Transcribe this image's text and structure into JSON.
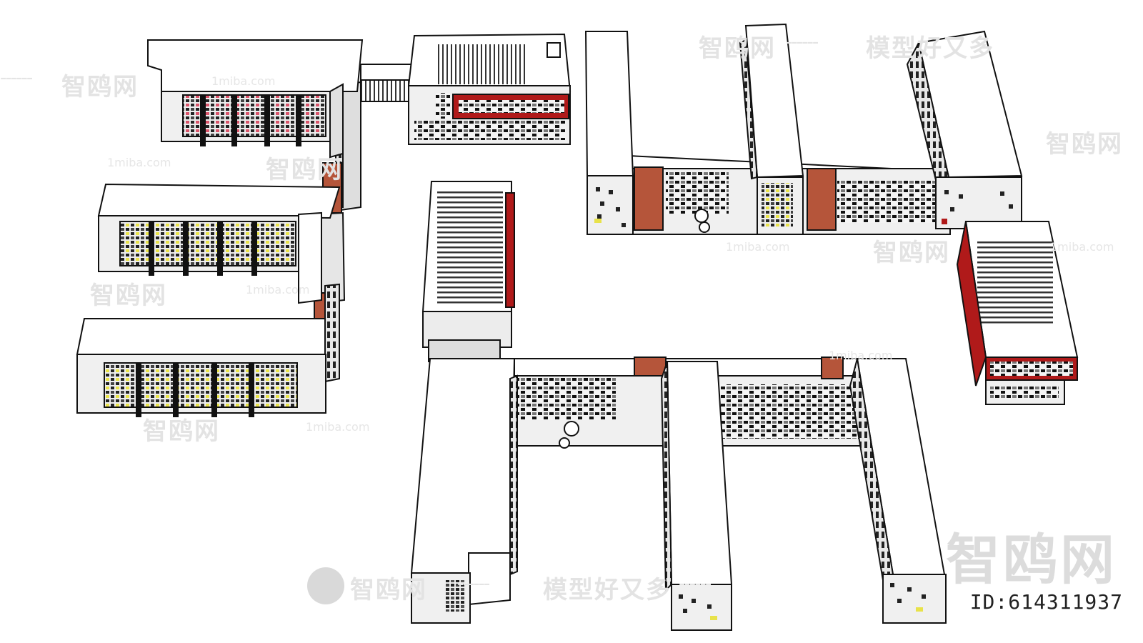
{
  "watermarks": {
    "brand_cn": "智鸥网",
    "slogan": "模型好又多",
    "site": "1miba.com",
    "dashes": "------"
  },
  "id_label": "ID:614311937",
  "colors": {
    "roof": "#ffffff",
    "wall": "#f0f0f0",
    "outline": "#111111",
    "window_dark": "#1a1a1a",
    "accent_red": "#b01a1a",
    "accent_brick": "#b5553a",
    "accent_yellow": "#e8e24a",
    "watermark": "#e3e3e3"
  }
}
